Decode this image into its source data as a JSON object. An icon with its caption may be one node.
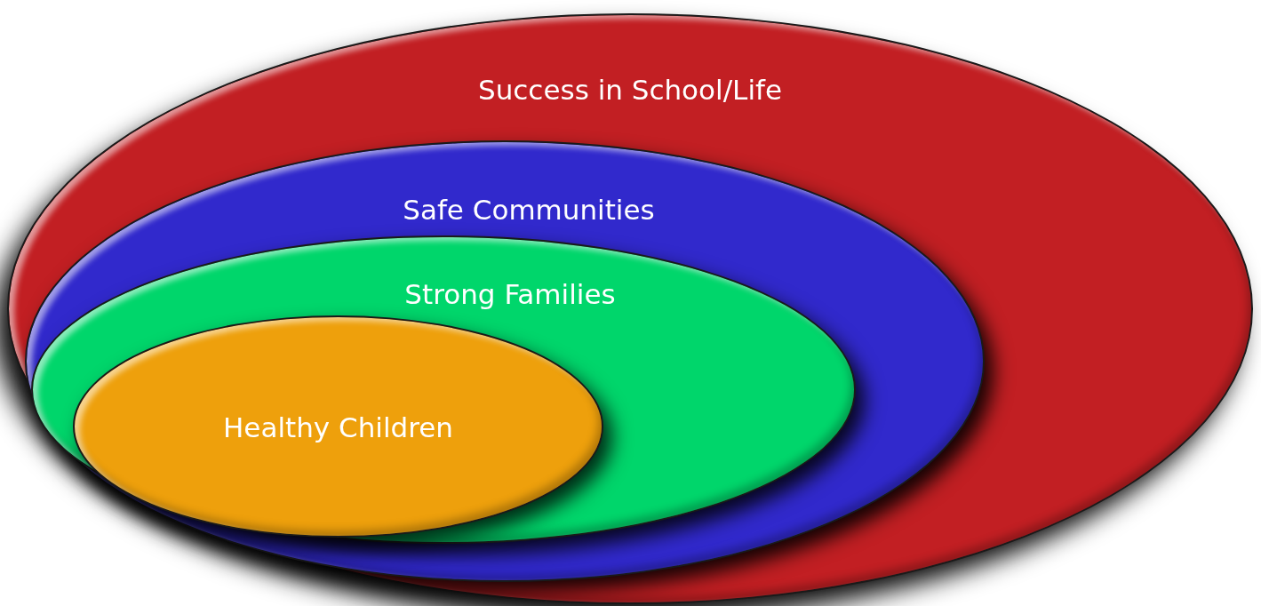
{
  "diagram": {
    "nodes": [
      {
        "text": [
          "Success in School/Life"
        ]
      },
      {
        "text": [
          "Safe Communities"
        ],
        "in": 0
      },
      {
        "text": [
          "Strong Families"
        ],
        "in": 1
      },
      {
        "text": [
          "Healthy Children"
        ],
        "in": 2
      }
    ]
  }
}
